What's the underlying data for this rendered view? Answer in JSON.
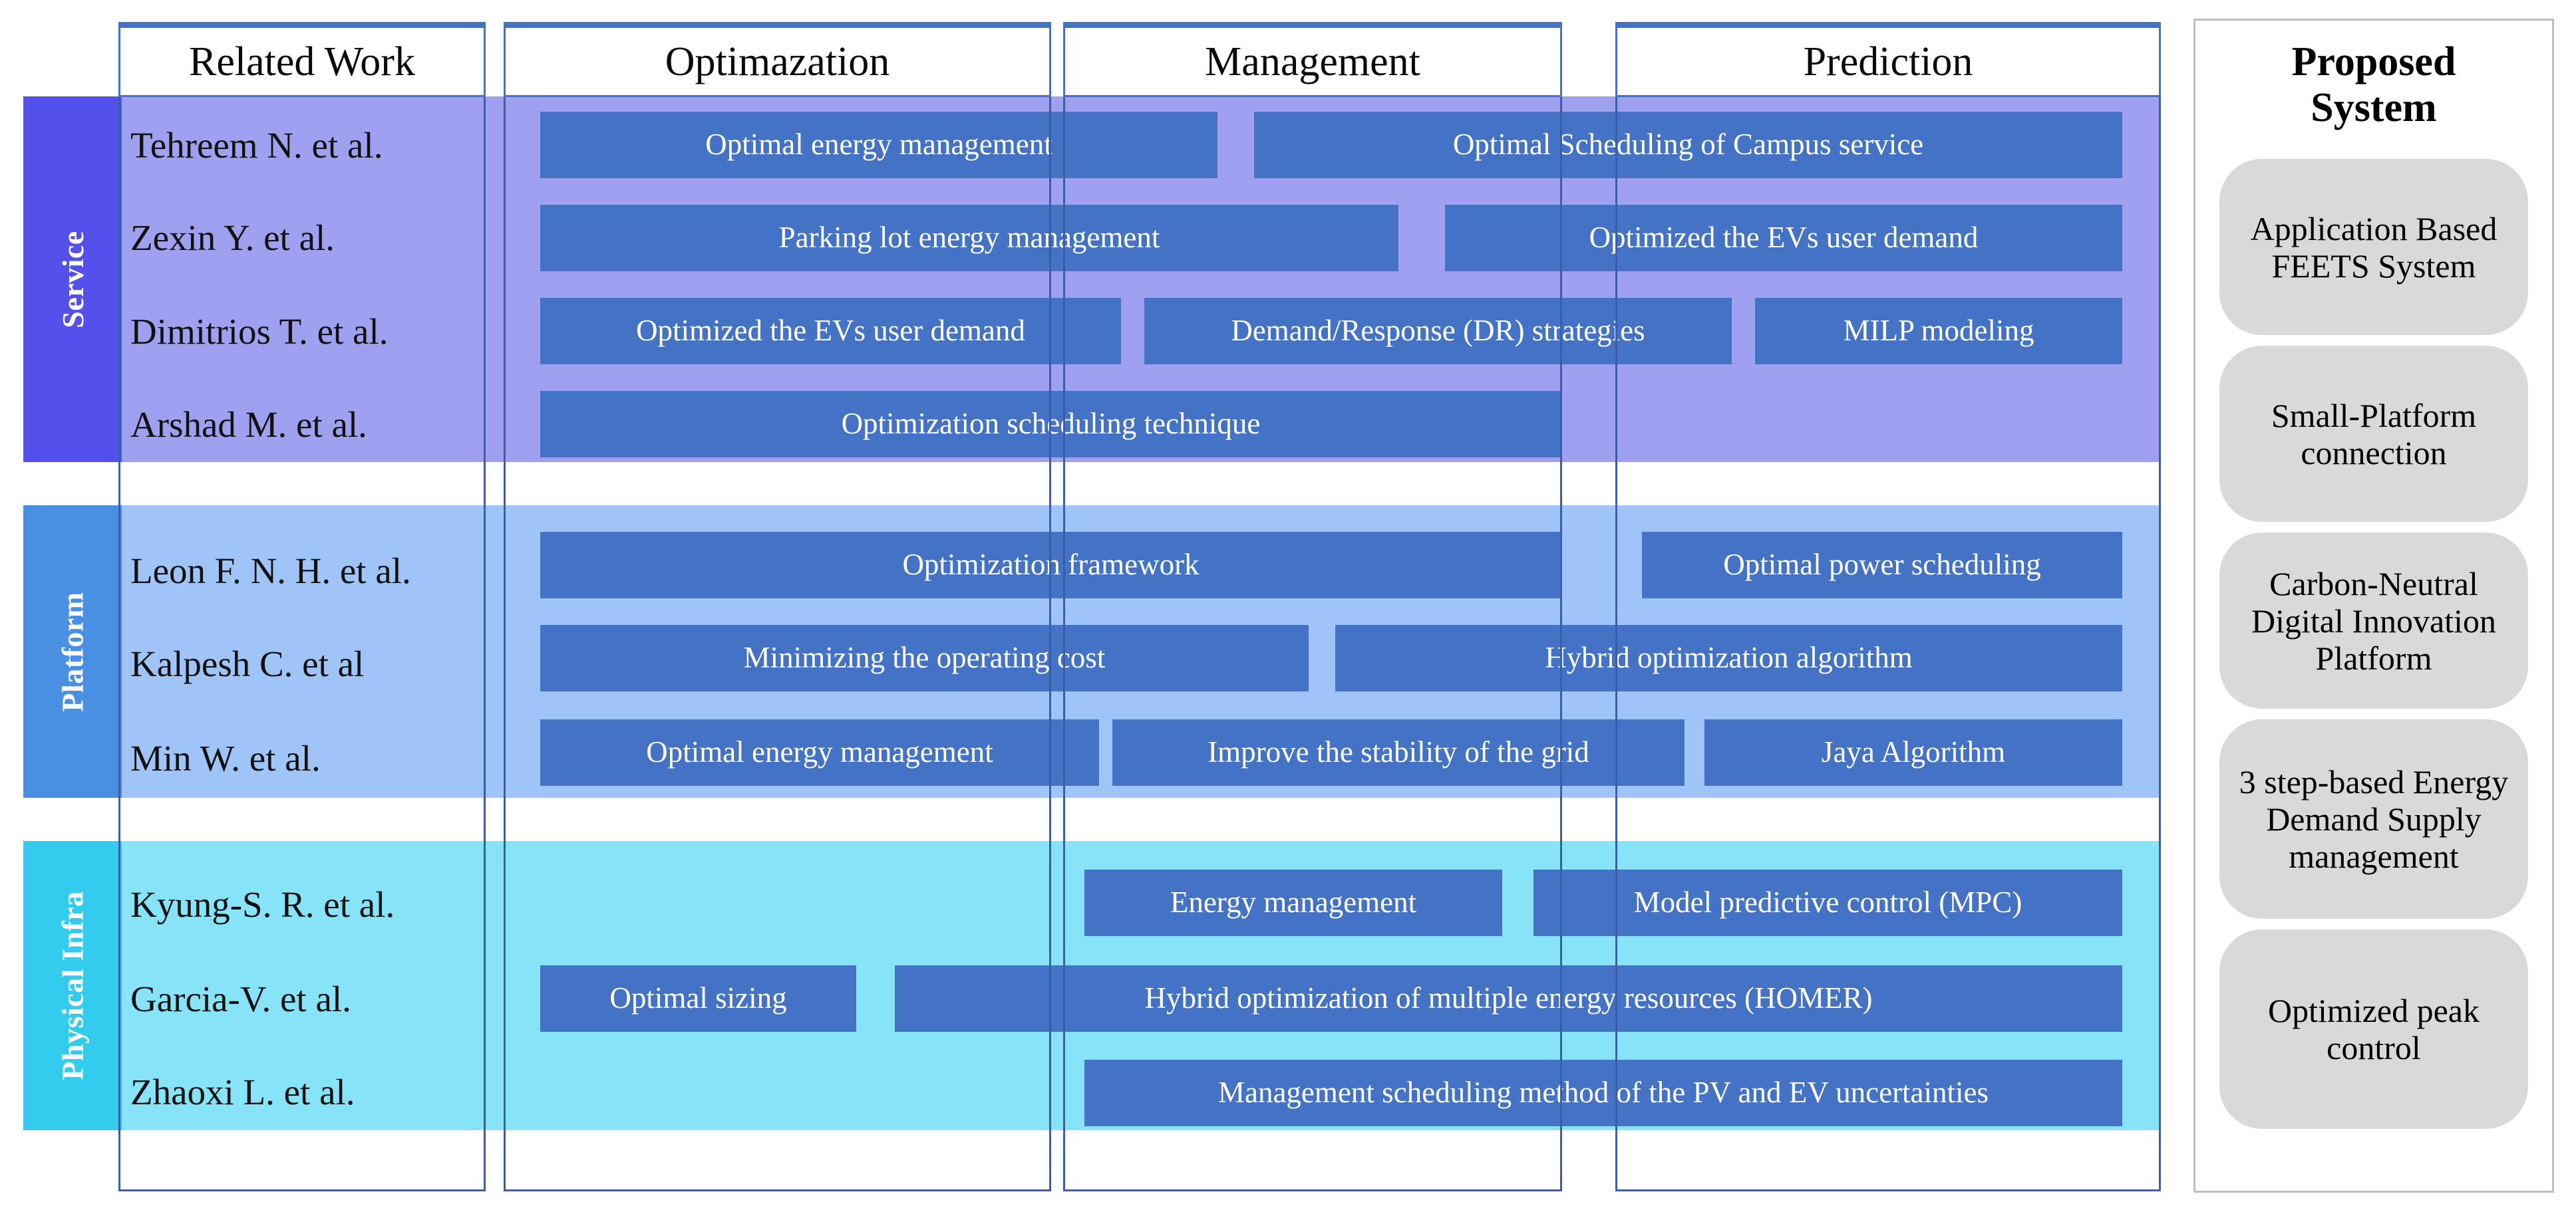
{
  "columns": [
    {
      "key": "related_work",
      "label": "Related Work"
    },
    {
      "key": "optimazation",
      "label": "Optimazation"
    },
    {
      "key": "management",
      "label": "Management"
    },
    {
      "key": "prediction",
      "label": "Prediction"
    }
  ],
  "categories": [
    {
      "key": "service",
      "label": "Service",
      "color": "#5450EC",
      "band_color": "#A0A0F0"
    },
    {
      "key": "platform",
      "label": "Platform",
      "color": "#4A90E2",
      "band_color": "#9FC5F8"
    },
    {
      "key": "physical_infra",
      "label": "Physical Infra",
      "color": "#33CCEE",
      "band_color": "#86E3F8"
    }
  ],
  "rows": {
    "service": {
      "authors": [
        "Tehreem N. et al.",
        "Zexin Y. et al.",
        "Dimitrios T. et al.",
        "Arshad M. et al."
      ],
      "blocks": [
        "Optimal energy management",
        "Optimal Scheduling of Campus service",
        "Parking lot energy management",
        "Optimized the EVs user demand",
        "Optimized the EVs user demand",
        "Demand/Response (DR) strategies",
        "MILP modeling",
        "Optimization scheduling technique"
      ]
    },
    "platform": {
      "authors": [
        "Leon F. N. H. et al.",
        "Kalpesh C. et al",
        "Min W. et al."
      ],
      "blocks": [
        "Optimization framework",
        "Optimal power scheduling",
        "Minimizing the operating cost",
        "Hybrid optimization algorithm",
        "Optimal energy management",
        "Improve the stability of the grid",
        "Jaya Algorithm"
      ]
    },
    "physical_infra": {
      "authors": [
        "Kyung-S. R. et al.",
        "Garcia-V. et al.",
        "Zhaoxi L. et al."
      ],
      "blocks": [
        "Energy management",
        "Model predictive control (MPC)",
        "Optimal sizing",
        "Hybrid optimization of multiple energy resources (HOMER)",
        "Management scheduling method of the PV and EV uncertainties"
      ]
    }
  },
  "proposed_system": {
    "title_line1": "Proposed",
    "title_line2": "System",
    "items": [
      "Application Based FEETS System",
      "Small-Platform connection",
      "Carbon-Neutral Digital Innovation Platform",
      "3 step-based Energy Demand Supply management",
      "Optimized peak control"
    ]
  },
  "colors": {
    "block_fill": "#4472C4",
    "header_border": "#4472C4",
    "frame_border": "#3B5EA8",
    "pill_fill": "#D9D9D9",
    "panel_border": "#BFBFBF"
  }
}
